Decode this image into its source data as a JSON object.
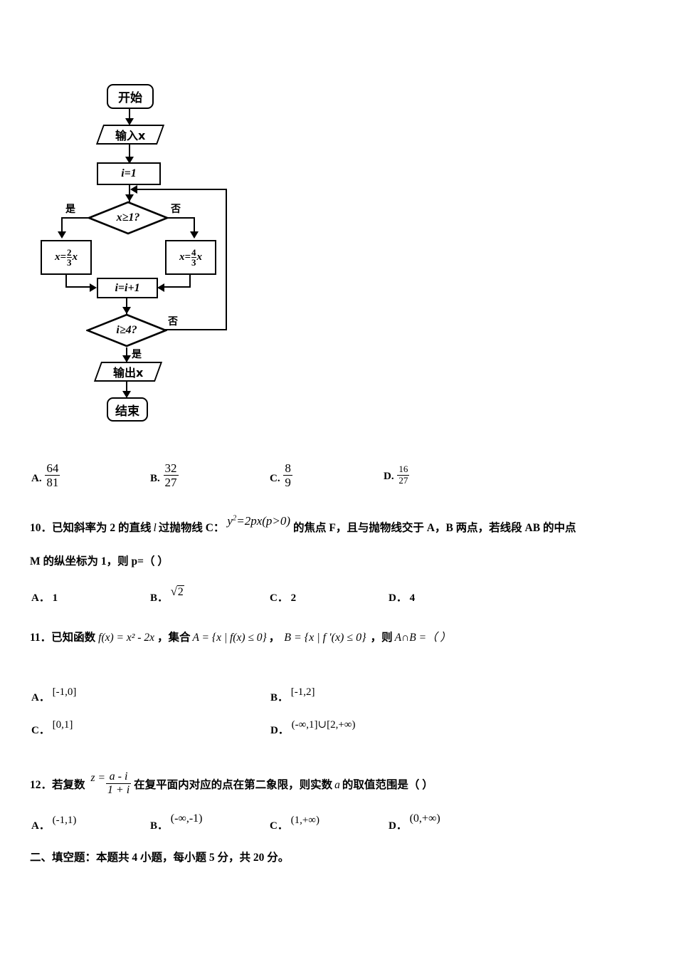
{
  "flowchart": {
    "nodes": {
      "start": "开始",
      "input": "输入x",
      "init": "i=1",
      "cond1_text": "x≥1?",
      "left_assign_lhs": "x=",
      "left_num": "2",
      "left_den": "3",
      "left_var": "x",
      "right_assign_lhs": "x=",
      "right_num": "4",
      "right_den": "3",
      "right_var": "x",
      "increment": "i=i+1",
      "cond2_text": "i≥4?",
      "output": "输出x",
      "end": "结束"
    },
    "edge_labels": {
      "yes1": "是",
      "no1": "否",
      "no2": "否",
      "yes2": "是"
    }
  },
  "q9_options": [
    {
      "label": "A.",
      "num": "64",
      "den": "81"
    },
    {
      "label": "B.",
      "num": "32",
      "den": "27"
    },
    {
      "label": "C.",
      "num": "8",
      "den": "9"
    },
    {
      "label": "D.",
      "num": "16",
      "den": "27"
    }
  ],
  "q10": {
    "number": "10．",
    "text_before": "已知斜率为 2 的直线",
    "line_var": "l",
    "text_mid": "过抛物线 C：",
    "formula": "y² = 2px(p > 0)",
    "formula_parts": {
      "y": "y",
      "exp": "2",
      "rhs": "=2px(p>0)"
    },
    "text_after": "的焦点 F，且与抛物线交于 A，B 两点，若线段 AB 的中点",
    "line2": "M 的纵坐标为 1，则 p=（   ）",
    "options": [
      {
        "label": "A．",
        "value": "1",
        "type": "plain"
      },
      {
        "label": "B．",
        "value": "2",
        "type": "sqrt"
      },
      {
        "label": "C．",
        "value": "2",
        "type": "plain"
      },
      {
        "label": "D．",
        "value": "4",
        "type": "plain"
      }
    ]
  },
  "q11": {
    "number": "11．",
    "text_a": "已知函数",
    "fx": "f(x) = x² - 2x",
    "text_b": "，集合",
    "setA": "A = {x | f(x) ≤ 0}",
    "comma": "，",
    "setB": "B = {x | f ′(x) ≤ 0}",
    "text_c": "，则",
    "result": "A∩B =（   ）",
    "options": [
      {
        "label": "A．",
        "value": "[-1,0]"
      },
      {
        "label": "B．",
        "value": "[-1,2]"
      },
      {
        "label": "C．",
        "value": "[0,1]"
      },
      {
        "label": "D．",
        "value": "(-∞,1]∪[2,+∞)"
      }
    ]
  },
  "q12": {
    "number": "12．",
    "text_a": "若复数",
    "z_lhs": "z =",
    "z_num": "a - i",
    "z_den": "1 + i",
    "text_b": "在复平面内对应的点在第二象限，则实数",
    "var_a": "a",
    "text_c": "的取值范围是（   ）",
    "options": [
      {
        "label": "A．",
        "value": "(-1,1)"
      },
      {
        "label": "B．",
        "value": "(-∞,-1)"
      },
      {
        "label": "C．",
        "value": "(1,+∞)"
      },
      {
        "label": "D．",
        "value": "(0,+∞)"
      }
    ]
  },
  "section2": {
    "heading": "二、填空题：本题共 4 小题，每小题 5 分，共 20 分。"
  }
}
